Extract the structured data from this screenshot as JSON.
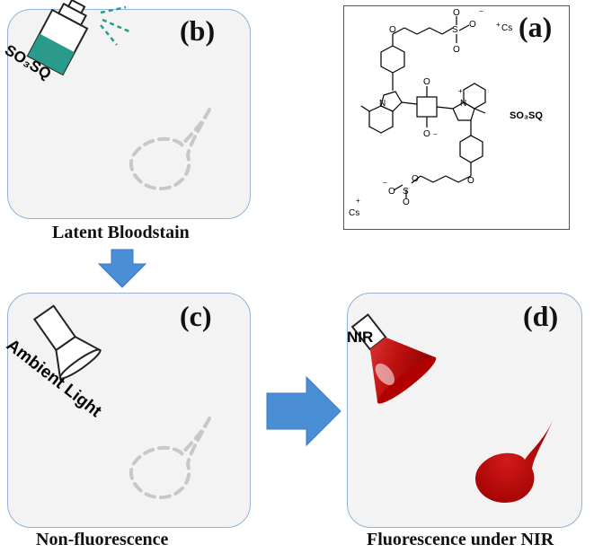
{
  "panels": {
    "a": {
      "label": "(a)"
    },
    "b": {
      "label": "(b)",
      "spray_text": "SO₃SQ"
    },
    "c": {
      "label": "(c)",
      "lamp_text": "Ambient Light"
    },
    "d": {
      "label": "(d)",
      "lamp_text": "NIR"
    }
  },
  "captions": {
    "b": "Latent Bloodstain",
    "c": "Non-fluorescence",
    "d": "Fluorescence under NIR"
  },
  "molecule": {
    "name": "SO₃SQ",
    "counterion": "Cs",
    "atom_o": "O",
    "atom_s": "S",
    "atom_n": "N",
    "charge_plus": "+",
    "charge_minus": "−"
  },
  "colors": {
    "panel_border": "#8fb3d9",
    "panel_fill": "#f3f3f3",
    "arrow": "#4a8fd6",
    "dye": "#2a9a8a",
    "blood": "#c11212",
    "dashed_stain": "#c8c8c8"
  }
}
